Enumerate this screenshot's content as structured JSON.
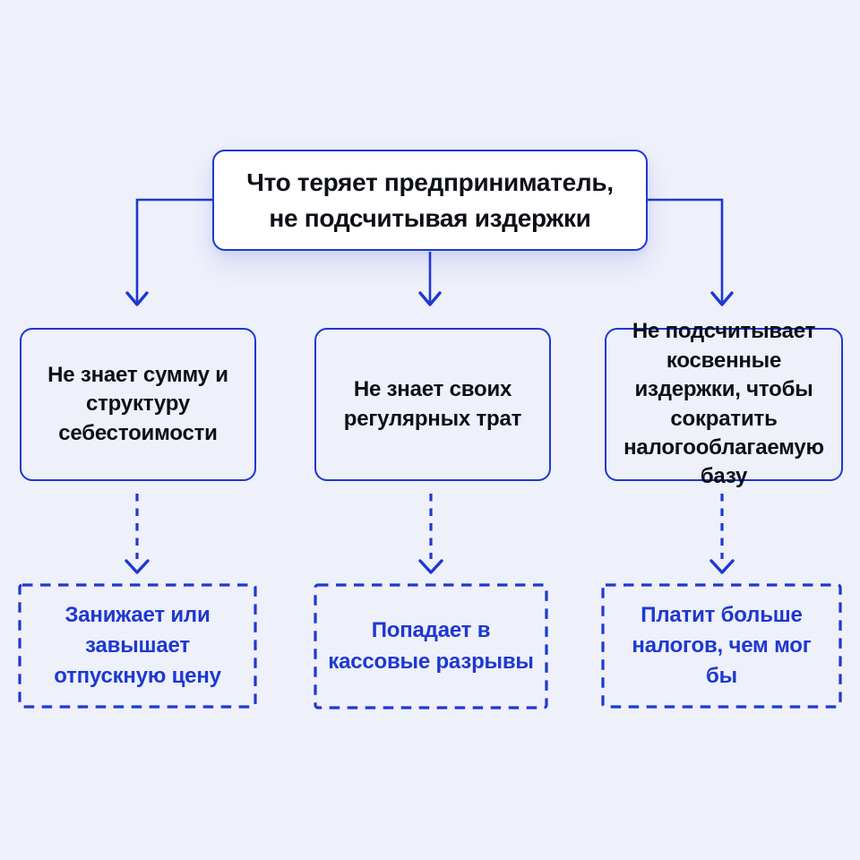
{
  "colors": {
    "background": "#EEF0FA",
    "accent_blue": "#1E38D0",
    "dark_text": "#0D1016",
    "root_box_fill": "#FFFFFF"
  },
  "root": {
    "label": "Что теряет предприниматель,\nне подсчитывая издержки"
  },
  "causes": [
    {
      "label": "Не знает сумму и структуру себестоимости"
    },
    {
      "label": "Не знает своих регулярных трат"
    },
    {
      "label": "Не подсчитывает косвенные издержки, чтобы сократить налогооблагаемую базу"
    }
  ],
  "consequences": [
    {
      "label": "Занижает или завышает отпускную цену"
    },
    {
      "label": "Попадает в кассовые разрывы"
    },
    {
      "label": "Платит больше налогов, чем мог бы"
    }
  ]
}
